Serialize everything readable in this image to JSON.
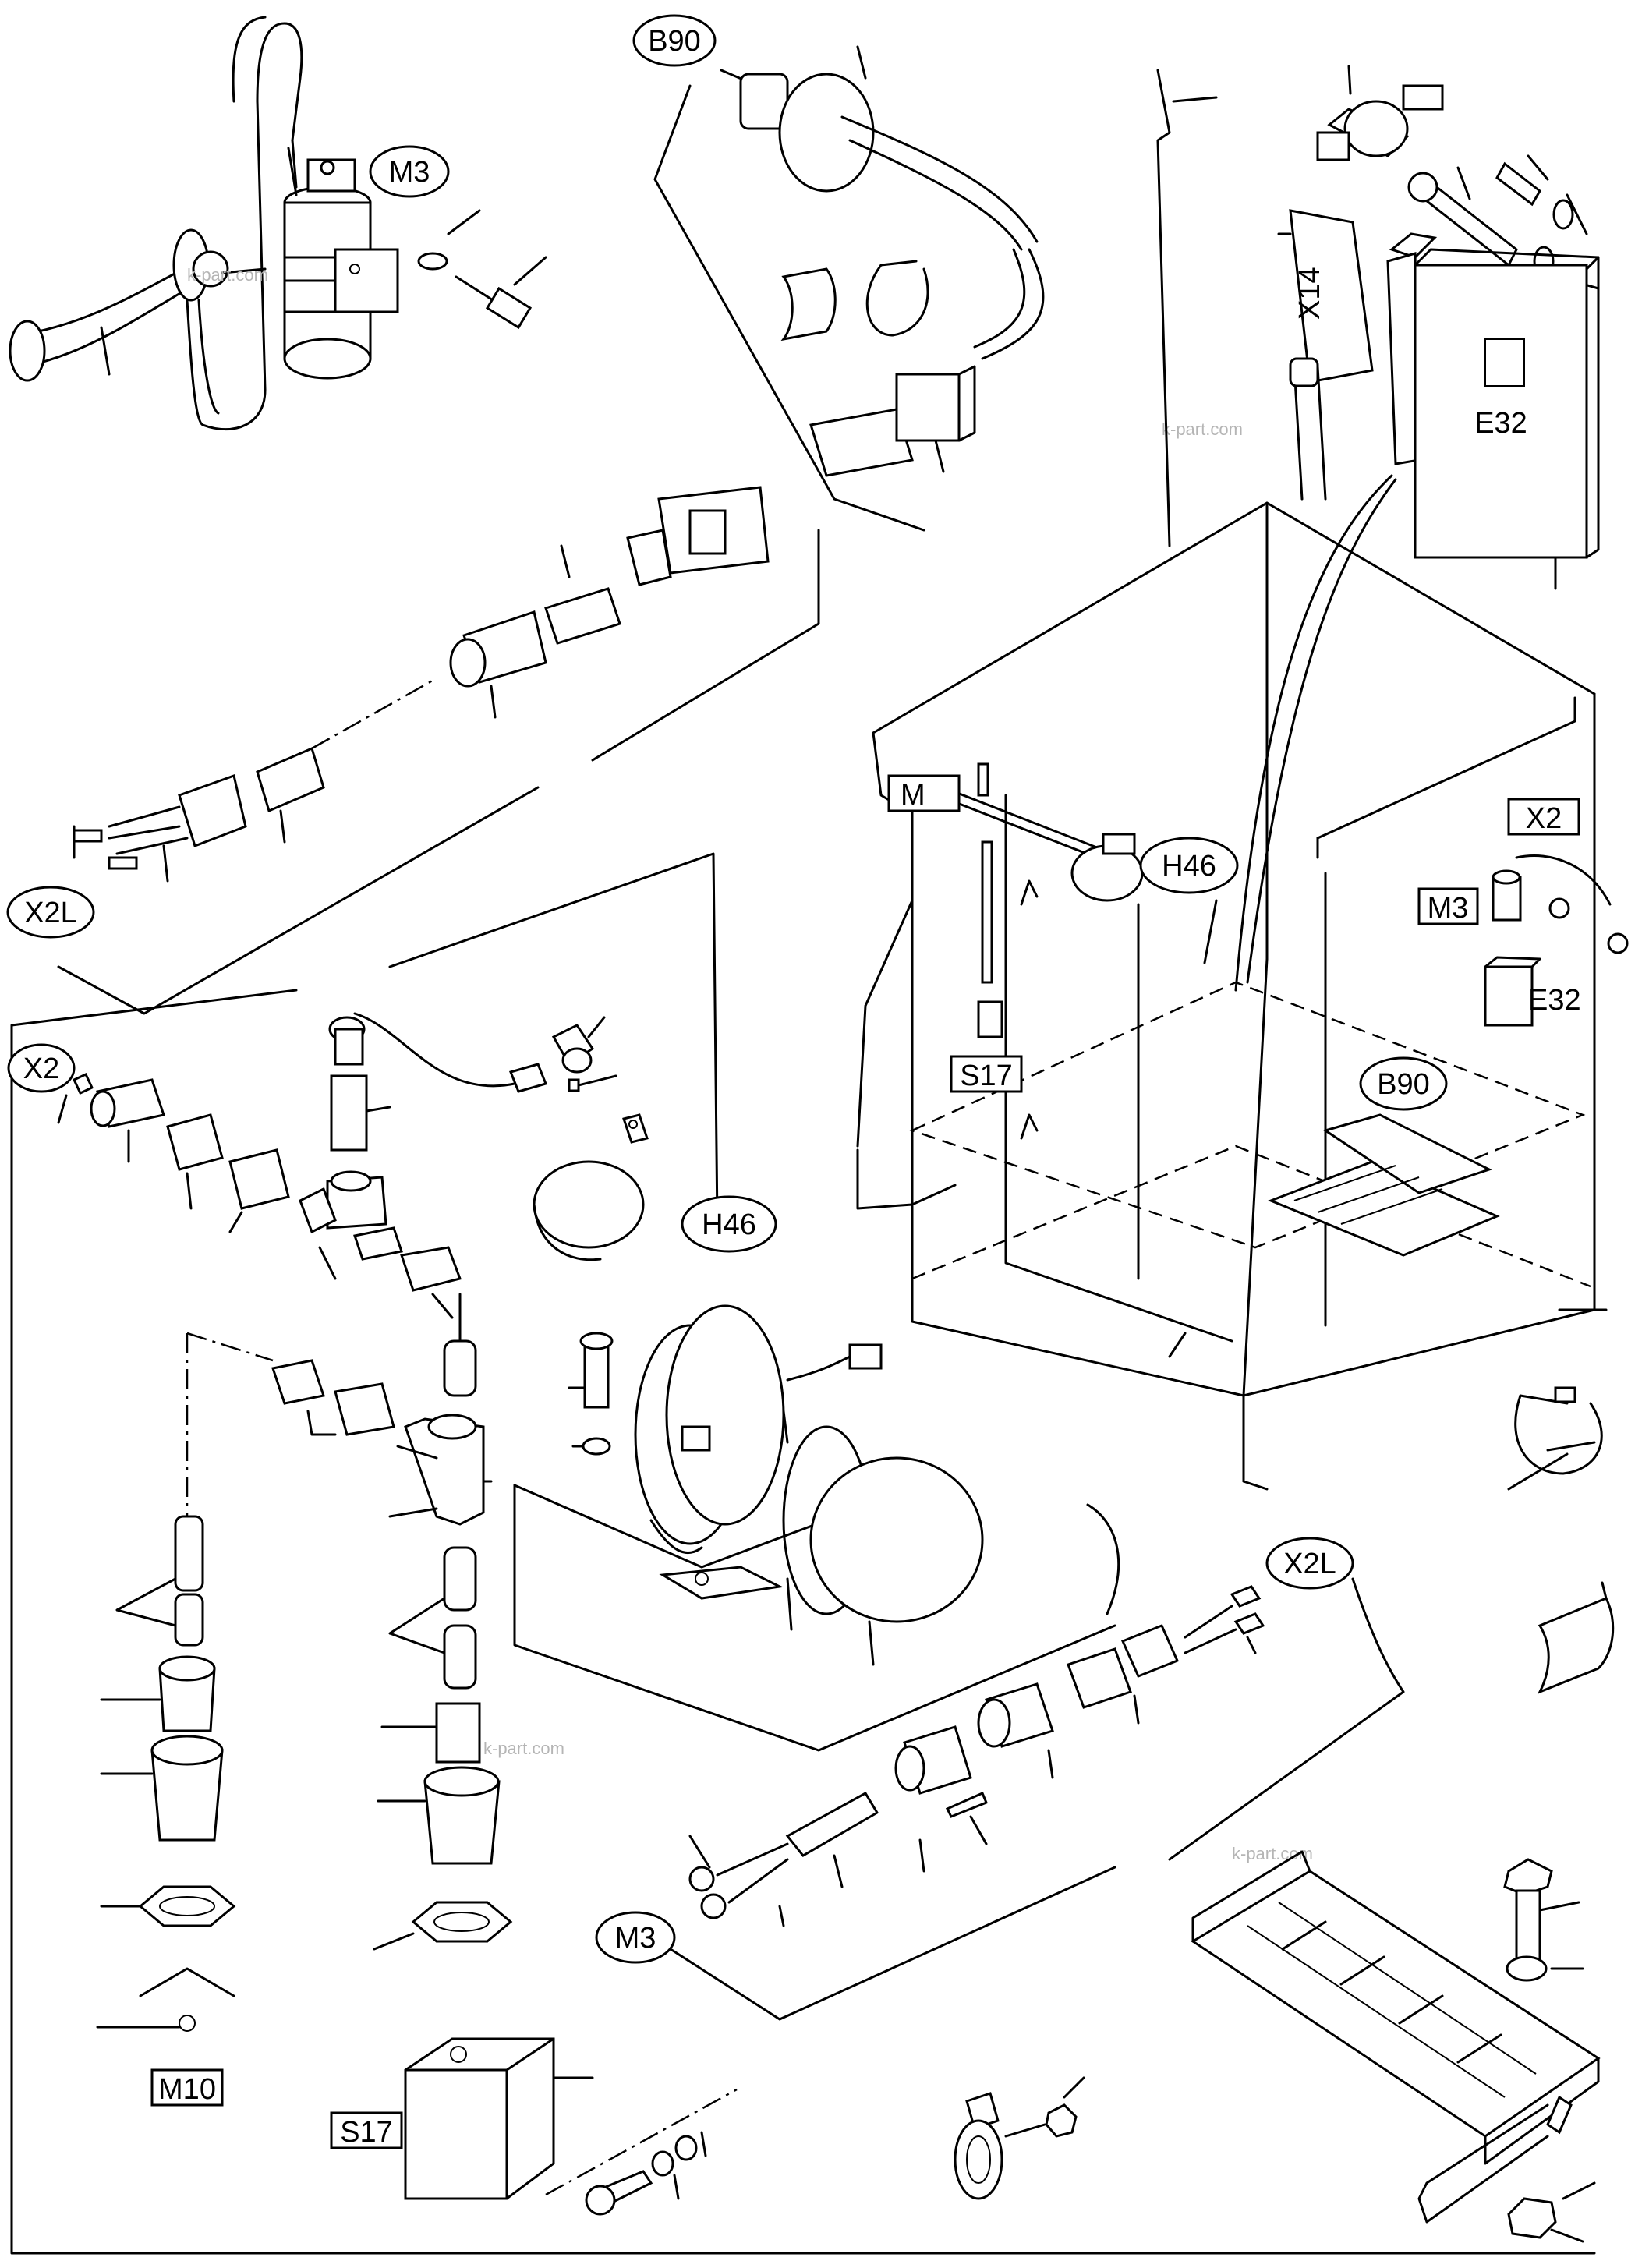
{
  "labels": {
    "m3_top": "M3",
    "b90_top": "B90",
    "x14": "X14",
    "e32_top": "E32",
    "x2l_left": "X2L",
    "m_box": "M",
    "h46_mid": "H46",
    "x2_right": "X2",
    "m3_right": "M3",
    "e32_right": "E32",
    "s17_mid": "S17",
    "b90_mid": "B90",
    "x2_left": "X2",
    "h46_left": "H46",
    "x2l_bottom": "X2L",
    "m3_bottom": "M3",
    "m10": "M10",
    "s17_bottom": "S17"
  },
  "watermarks": [
    "k-part.com",
    "k-part.com",
    "k-part.com",
    "k-part.com"
  ],
  "icons": [
    "horn-icon",
    "pump-icon",
    "sensor-icon",
    "connector-icon",
    "cabinet-icon",
    "control-unit-icon",
    "cable-tray-icon",
    "switch-icon",
    "lamp-icon"
  ]
}
